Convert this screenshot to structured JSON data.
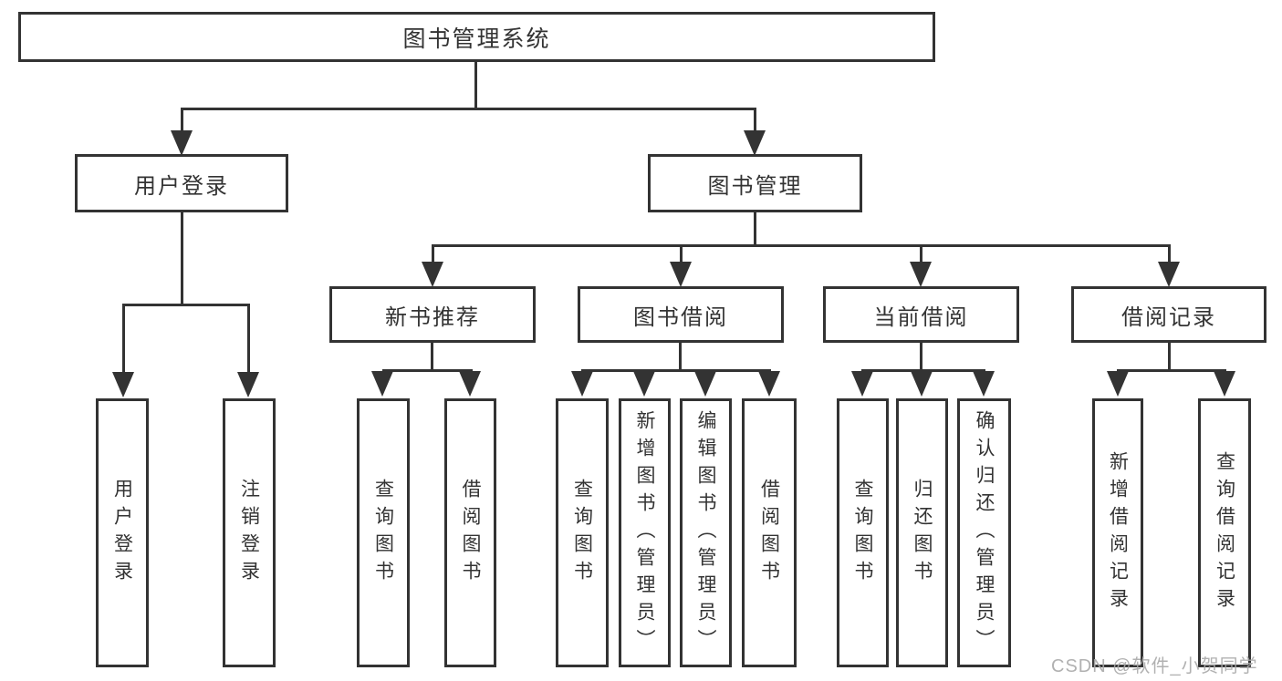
{
  "tree": {
    "label": "图书管理系统",
    "children": [
      {
        "label": "用户登录",
        "children": [
          {
            "label": "用户登录"
          },
          {
            "label": "注销登录"
          }
        ]
      },
      {
        "label": "图书管理",
        "children": [
          {
            "label": "新书推荐",
            "children": [
              {
                "label": "查询图书"
              },
              {
                "label": "借阅图书"
              }
            ]
          },
          {
            "label": "图书借阅",
            "children": [
              {
                "label": "查询图书"
              },
              {
                "label": "新增图书（管理员）"
              },
              {
                "label": "编辑图书（管理员）"
              },
              {
                "label": "借阅图书"
              }
            ]
          },
          {
            "label": "当前借阅",
            "children": [
              {
                "label": "查询图书"
              },
              {
                "label": "归还图书"
              },
              {
                "label": "确认归还（管理员）"
              }
            ]
          },
          {
            "label": "借阅记录",
            "children": [
              {
                "label": "新增借阅记录"
              },
              {
                "label": "查询借阅记录"
              }
            ]
          }
        ]
      }
    ]
  },
  "watermark": "CSDN @软件_小贺同学",
  "colors": {
    "line": "#333333",
    "box_background": "#ffffff",
    "text": "#333333",
    "watermark": "#a8a8a8"
  }
}
